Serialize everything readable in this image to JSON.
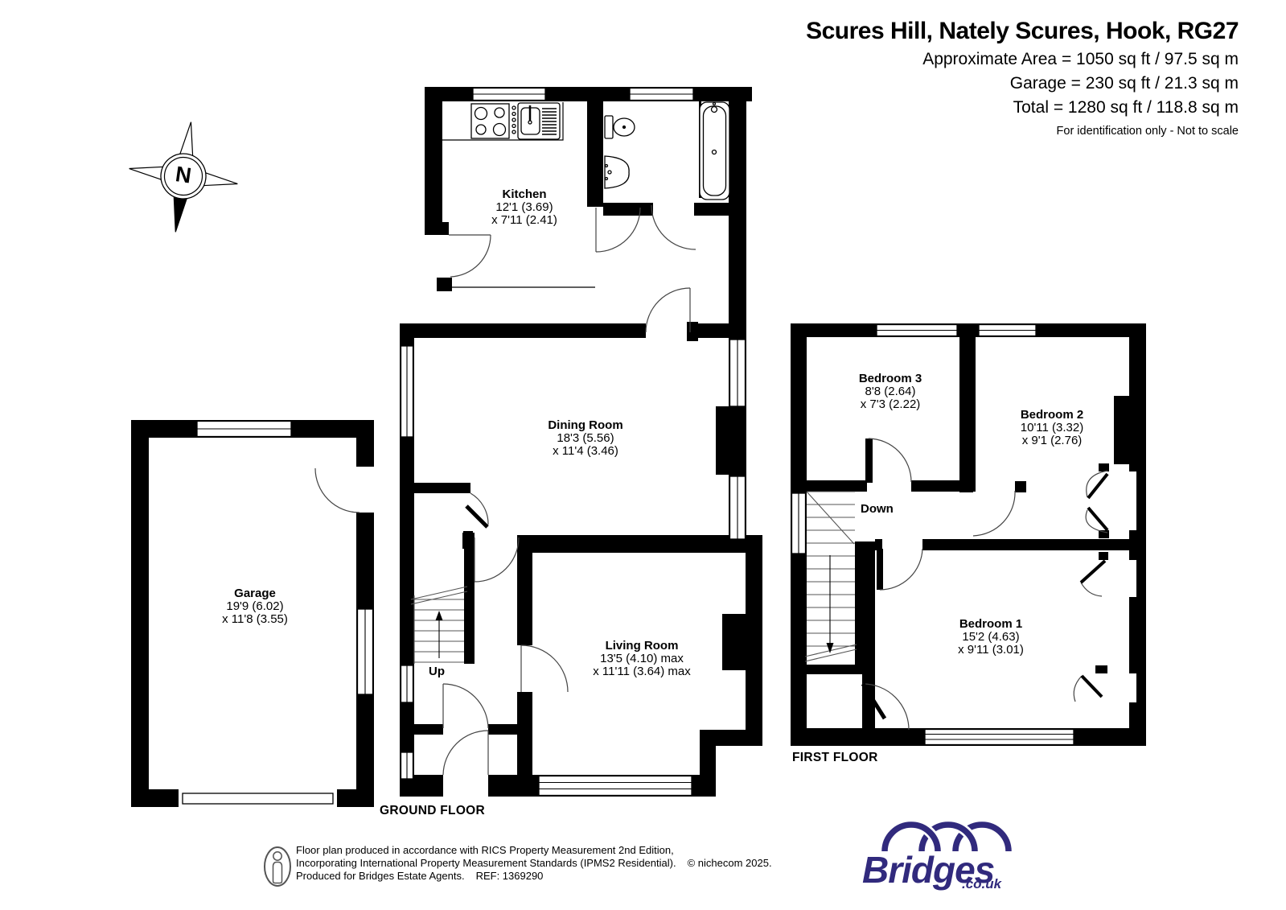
{
  "header": {
    "title": "Scures Hill, Nately Scures, Hook, RG27",
    "area_lines": [
      "Approximate Area = 1050 sq ft / 97.5 sq m",
      "Garage = 230 sq ft / 21.3 sq m",
      "Total = 1280 sq ft / 118.8 sq m"
    ],
    "note": "For identification only - Not to scale"
  },
  "compass": {
    "label": "N"
  },
  "rooms": {
    "kitchen": {
      "name": "Kitchen",
      "dim1": "12'1 (3.69)",
      "dim2": "x 7'11 (2.41)"
    },
    "dining": {
      "name": "Dining Room",
      "dim1": "18'3 (5.56)",
      "dim2": "x 11'4 (3.46)"
    },
    "living": {
      "name": "Living Room",
      "dim1": "13'5 (4.10) max",
      "dim2": "x 11'11 (3.64) max"
    },
    "garage": {
      "name": "Garage",
      "dim1": "19'9 (6.02)",
      "dim2": "x 11'8 (3.55)"
    },
    "bedroom1": {
      "name": "Bedroom 1",
      "dim1": "15'2 (4.63)",
      "dim2": "x 9'11 (3.01)"
    },
    "bedroom2": {
      "name": "Bedroom 2",
      "dim1": "10'11 (3.32)",
      "dim2": "x 9'1 (2.76)"
    },
    "bedroom3": {
      "name": "Bedroom 3",
      "dim1": "8'8 (2.64)",
      "dim2": "x 7'3 (2.22)"
    }
  },
  "stairs": {
    "up": "Up",
    "down": "Down"
  },
  "floor_labels": {
    "ground": "GROUND FLOOR",
    "first": "FIRST FLOOR"
  },
  "footer": {
    "line1": "Floor plan produced in accordance with RICS Property Measurement 2nd Edition,",
    "line2": "Incorporating International Property Measurement Standards (IPMS2 Residential).",
    "copyright": "© nichecom 2025.",
    "line3": "Produced for Bridges Estate Agents.",
    "ref": "REF: 1369290"
  },
  "logo": {
    "name": "Bridges",
    "suffix": ".co.uk",
    "color": "#312a7d"
  }
}
